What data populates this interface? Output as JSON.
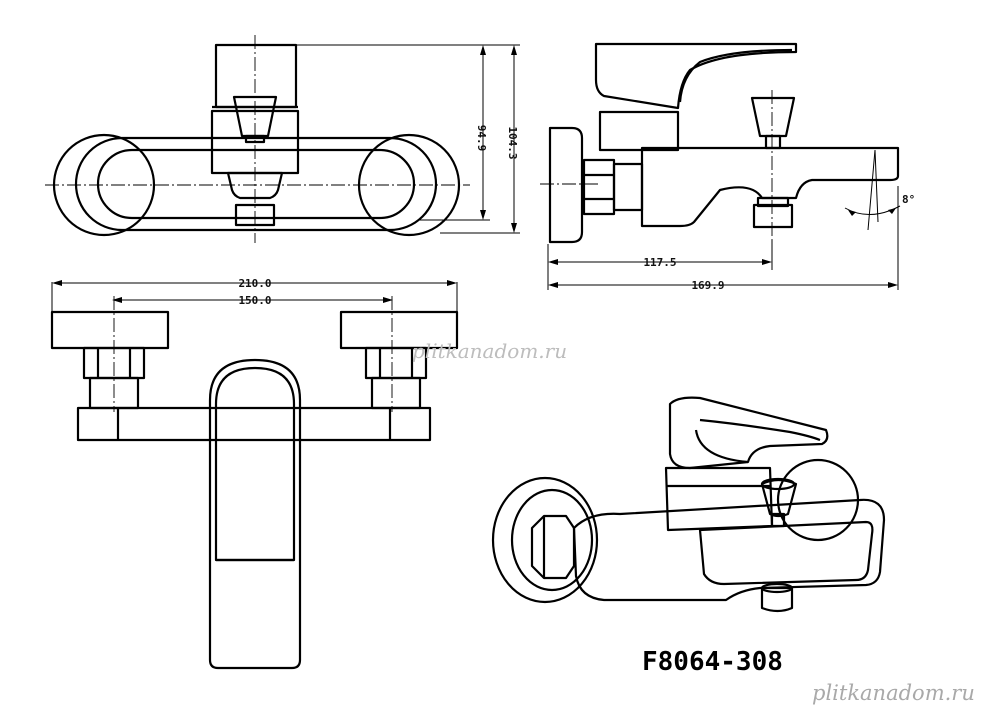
{
  "drawing": {
    "model_code": "F8064-308",
    "watermark_top": "plitkanadom.ru",
    "watermark_bottom": "plitkanadom.ru"
  },
  "dimensions": {
    "height_inner": "94.9",
    "height_outer": "104.3",
    "depth_spout_center": "117.5",
    "depth_total": "169.9",
    "spout_angle": "8°",
    "width_total": "210.0",
    "width_centers": "150.0"
  }
}
